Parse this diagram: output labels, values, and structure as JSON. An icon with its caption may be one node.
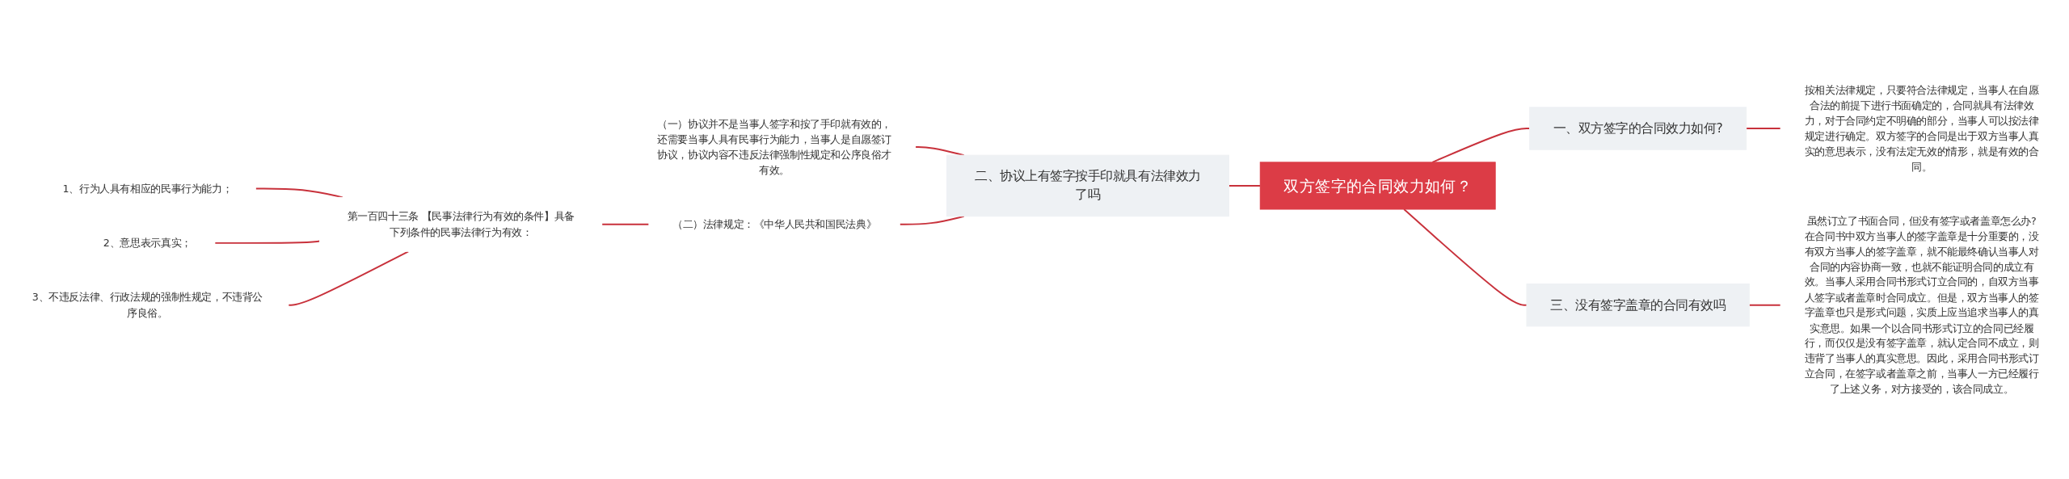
{
  "diagram": {
    "nodes": [
      {
        "text": [
          "双方签字的合同效力如何？"
        ]
      },
      {
        "text": [
          "一、双方签字的合同效力如何?"
        ]
      },
      {
        "text": [
          "按相关法律规定，只要符合法律规定，当事人在自愿合法的前提下进行书面确定的，合同就具有法律效力，对于合同约定不明确的部分，当事人可以按法律规定进行确定。双方签字的合同是出于双方当事人真实的意思表示，没有法定无效的情形，就是有效的合同。"
        ]
      },
      {
        "text": [
          "二、协议上有签字按手印就具有法律效力了吗"
        ]
      },
      {
        "text": [
          "（一）协议并不是当事人签字和按了手印就有效的，还需要当事人具有民事行为能力，当事人是自愿签订协议，协议内容不违反法律强制性规定和公序良俗才有效。"
        ]
      },
      {
        "text": [
          "（二）法律规定：《中华人民共和国民法典》"
        ]
      },
      {
        "text": [
          "第一百四十三条 【民事法律行为有效的条件】具备下列条件的民事法律行为有效："
        ]
      },
      {
        "text": [
          "1、行为人具有相应的民事行为能力；"
        ]
      },
      {
        "text": [
          "2、意思表示真实；"
        ]
      },
      {
        "text": [
          "3、不违反法律、行政法规的强制性规定，不违背公序良俗。"
        ]
      },
      {
        "text": [
          "三、没有签字盖章的合同有效吗"
        ]
      },
      {
        "text": [
          "虽然订立了书面合同，但没有签字或者盖章怎么办?在合同书中双方当事人的签字盖章是十分重要的，没有双方当事人的签字盖章，就不能最终确认当事人对合同的内容协商一致，也就不能证明合同的成立有效。当事人采用合同书形式订立合同的，自双方当事人签字或者盖章时合同成立。但是，双方当事人的签字盖章也只是形式问题，实质上应当追求当事人的真实意思。如果一个以合同书形式订立的合同已经履行，而仅仅是没有签字盖章，就认定合同不成立，则违背了当事人的真实意思。因此，采用合同书形式订立合同，在签字或者盖章之前，当事人一方已经履行了上述义务，对方接受的，该合同成立。"
        ]
      }
    ],
    "edges": [
      {
        "from": 0,
        "to": 1,
        "arrow": "none"
      },
      {
        "from": 1,
        "to": 2,
        "arrow": "none"
      },
      {
        "from": 3,
        "to": 0,
        "arrow": "none"
      },
      {
        "from": 4,
        "to": 3,
        "arrow": "none"
      },
      {
        "from": 5,
        "to": 3,
        "arrow": "none"
      },
      {
        "from": 6,
        "to": 5,
        "arrow": "none"
      },
      {
        "from": 7,
        "to": 6,
        "arrow": "none"
      },
      {
        "from": 8,
        "to": 6,
        "arrow": "none"
      },
      {
        "from": 9,
        "to": 6,
        "arrow": "none"
      },
      {
        "from": 0,
        "to": 10,
        "arrow": "none"
      },
      {
        "from": 10,
        "to": 11,
        "arrow": "none"
      }
    ]
  }
}
